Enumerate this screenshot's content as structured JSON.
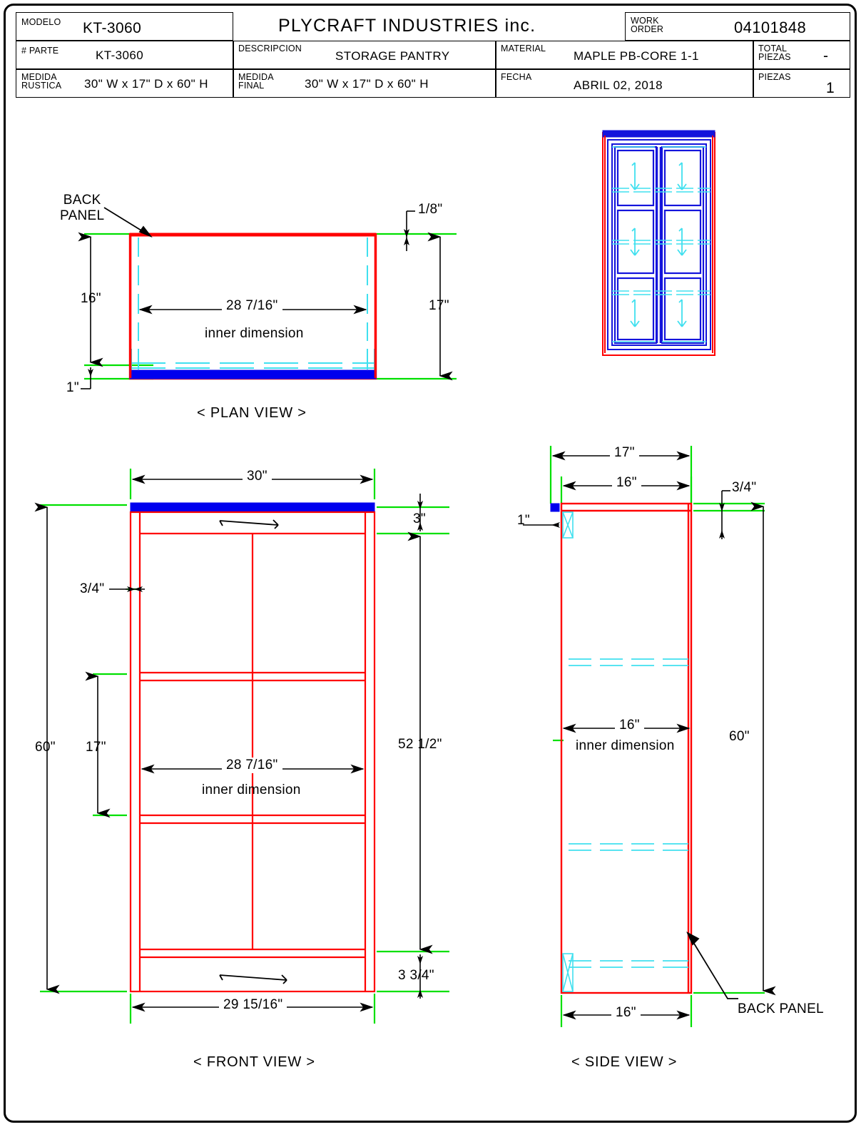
{
  "title_block": {
    "company": "PLYCRAFT  INDUSTRIES  inc.",
    "fields": {
      "modelo_key": "MODELO",
      "modelo_val": "KT-3060",
      "parte_key": "# PARTE",
      "parte_val": "KT-3060",
      "medida_rustica_key": "MEDIDA\nRUSTICA",
      "medida_rustica_val": "30\" W x  17\" D x 60\" H",
      "descripcion_key": "DESCRIPCION",
      "descripcion_val": "STORAGE PANTRY",
      "medida_final_key": "MEDIDA\nFINAL",
      "medida_final_val": "30\" W x  17\" D x 60\" H",
      "material_key": "MATERIAL",
      "material_val": "MAPLE  PB-CORE 1-1",
      "fecha_key": "FECHA",
      "fecha_val": "ABRIL 02, 2018",
      "work_order_key": "WORK\nORDER",
      "work_order_val": "04101848",
      "total_piezas_key": "TOTAL\nPIEZAS",
      "total_piezas_val": "-",
      "piezas_key": "PIEZAS",
      "piezas_val": "1"
    }
  },
  "colors": {
    "outline": "#ff0000",
    "top_panel": "#0000ee",
    "hidden": "#40e0ef",
    "extension": "#00e000",
    "dimension": "#000000",
    "detail": "#1414dc"
  },
  "plan_view": {
    "caption": "< PLAN VIEW >",
    "back_panel_label": "BACK\nPANEL",
    "dims": {
      "left_16": "16\"",
      "left_1": "1\"",
      "inner_width": "28 7/16\"",
      "inner_note": "inner dimension",
      "right_17": "17\"",
      "right_eighth": "1/8\""
    }
  },
  "front_view": {
    "caption": "< FRONT VIEW >",
    "dims": {
      "top_30": "30\"",
      "left_60": "60\"",
      "left_17": "17\"",
      "left_three_quarter": "3/4\"",
      "inner_width": "28 7/16\"",
      "inner_note": "inner dimension",
      "right_3": "3\"",
      "right_52_half": "52 1/2\"",
      "right_3_3_4": "3 3/4\"",
      "bottom_29": "29 15/16\""
    }
  },
  "side_view": {
    "caption": "< SIDE VIEW >",
    "back_panel_label": "BACK PANEL",
    "dims": {
      "top_17": "17\"",
      "top_16": "16\"",
      "left_1": "1\"",
      "right_three_quarter": "3/4\"",
      "right_60": "60\"",
      "inner_16": "16\"",
      "inner_note": "inner dimension",
      "bottom_16": "16\""
    }
  }
}
